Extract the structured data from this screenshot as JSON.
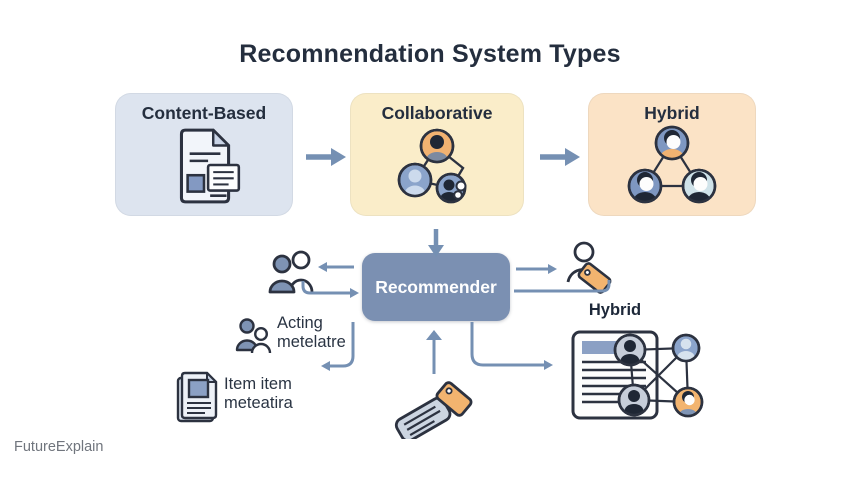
{
  "title": "Recomnendation System Types",
  "top_row": {
    "boxes": [
      {
        "label": "Content-Based",
        "icon": "document-icon"
      },
      {
        "label": "Collaborative",
        "icon": "user-network-icon"
      },
      {
        "label": "Hybrid",
        "icon": "avatar-triangle-icon"
      }
    ]
  },
  "flow": {
    "recommender_label": "Recommender",
    "acting_label_line1": "Acting",
    "acting_label_line2": "metelatre",
    "item_label_line1": "Item item",
    "item_label_line2": "meteatira",
    "hybrid_label": "Hybrid"
  },
  "watermark": "FutureExplain",
  "colors": {
    "title_text": "#242e3e",
    "arrow": "#7590b3",
    "recommender_bg": "#7b90b2",
    "recommender_text": "#ffffff",
    "content_based_bg": "#dde4ef",
    "collaborative_bg": "#faedc9",
    "hybrid_bg": "#fbe3c6",
    "accent_orange": "#f2b46f",
    "accent_blue": "#8ba4cb",
    "icon_outline": "#2c3240",
    "watermark_text": "#70757d"
  }
}
